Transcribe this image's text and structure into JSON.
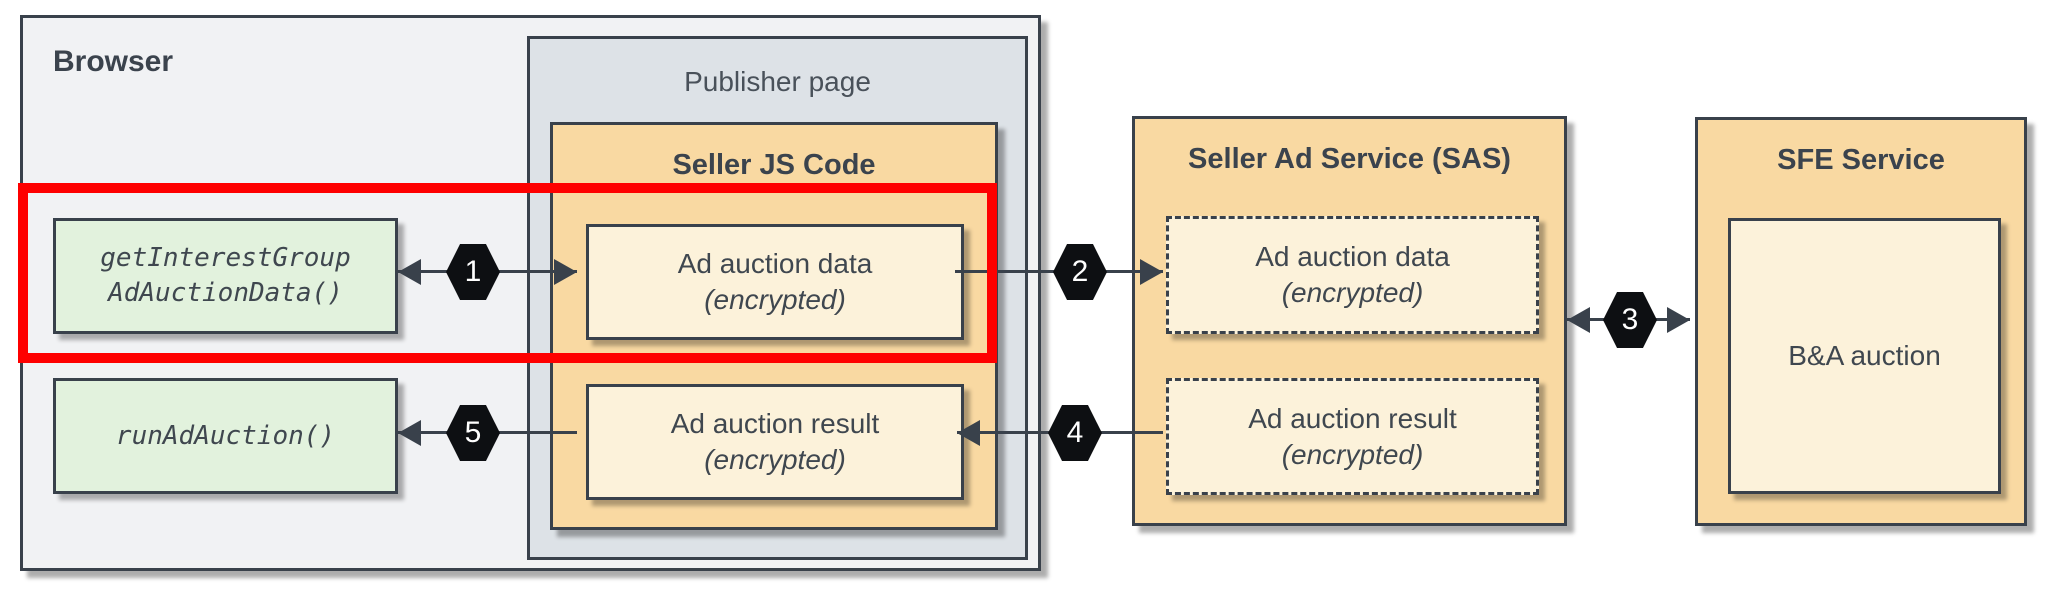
{
  "browser": {
    "title": "Browser",
    "api_calls": [
      {
        "line1": "getInterestGroup",
        "line2": "AdAuctionData()"
      },
      {
        "line1": "runAdAuction()",
        "line2": ""
      }
    ]
  },
  "publisher": {
    "title": "Publisher page"
  },
  "seller_js": {
    "title": "Seller JS Code",
    "boxes": [
      {
        "line1": "Ad auction data",
        "line2": "(encrypted)"
      },
      {
        "line1": "Ad auction result",
        "line2": "(encrypted)"
      }
    ]
  },
  "sas": {
    "title": "Seller Ad Service (SAS)",
    "boxes": [
      {
        "line1": "Ad auction data",
        "line2": "(encrypted)"
      },
      {
        "line1": "Ad auction result",
        "line2": "(encrypted)"
      }
    ]
  },
  "sfe": {
    "title": "SFE Service",
    "box_label": "B&A auction"
  },
  "steps": [
    "1",
    "2",
    "3",
    "4",
    "5"
  ],
  "colors": {
    "accent_red": "#fe0000",
    "container_orange": "#f9d9a2",
    "box_cream": "#fcf2da",
    "box_green": "#e2f2dd",
    "border_dark": "#39414b"
  }
}
